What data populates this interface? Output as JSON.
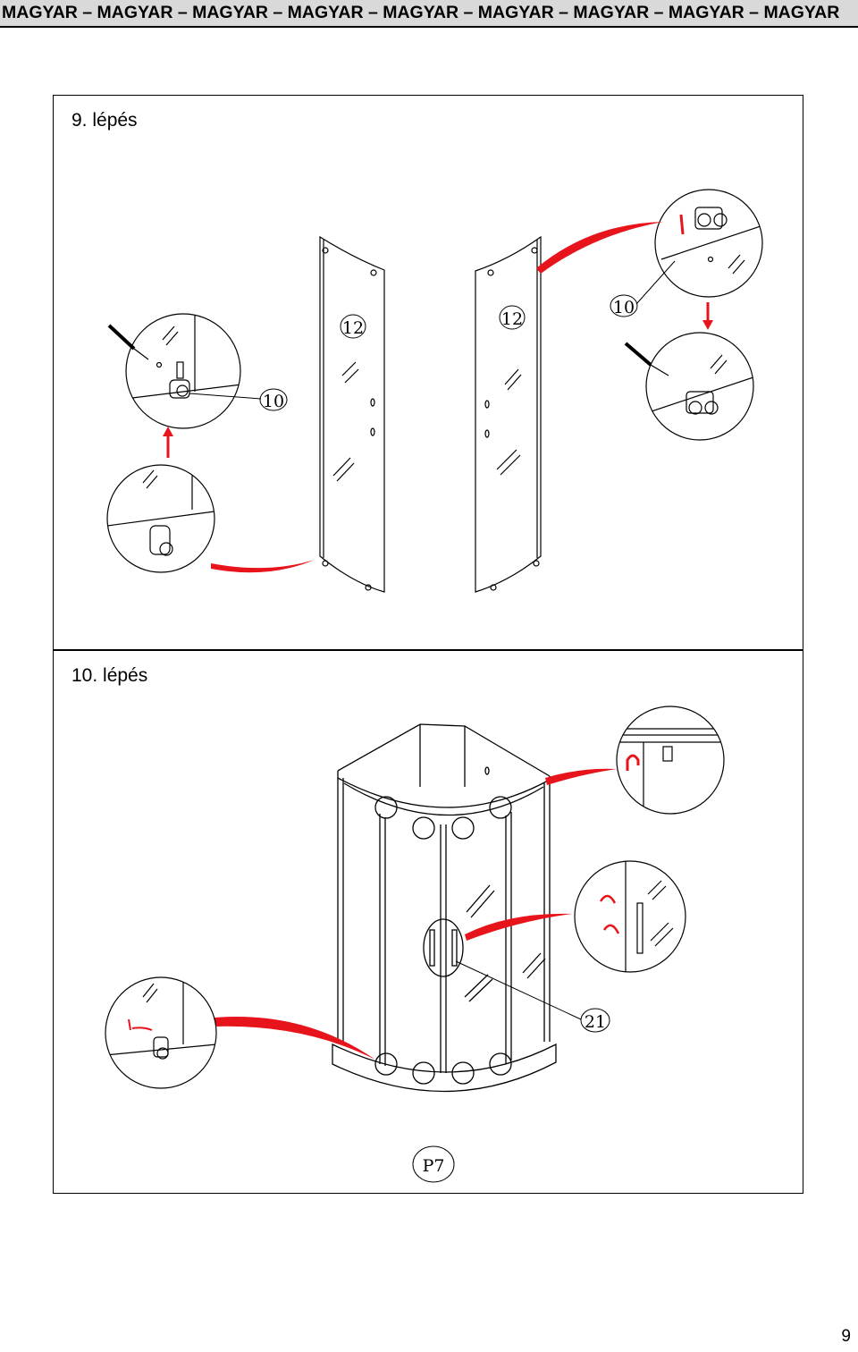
{
  "header": {
    "text": "MAGYAR – MAGYAR – MAGYAR – MAGYAR – MAGYAR – MAGYAR – MAGYAR – MAGYAR – MAGYAR"
  },
  "steps": [
    {
      "label": "9. lépés",
      "part_callouts": [
        "12",
        "12",
        "10",
        "10"
      ]
    },
    {
      "label": "10. lépés",
      "part_callouts": [
        "21",
        "P7"
      ]
    }
  ],
  "page_number": "9",
  "colors": {
    "accent_arrow": "#e8141b",
    "line": "#000000",
    "header_bg": "#d9d9d9"
  }
}
